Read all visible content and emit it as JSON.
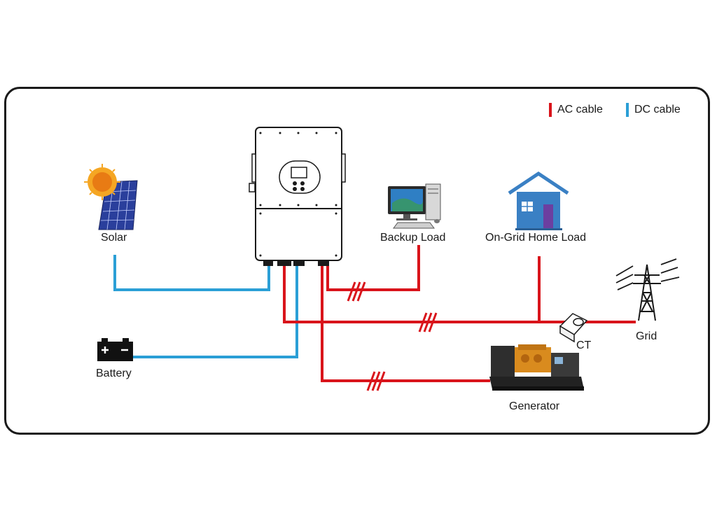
{
  "legend": {
    "ac_label": "AC cable",
    "dc_label": "DC cable",
    "ac_color": "#d9141b",
    "dc_color": "#2b9fd6"
  },
  "components": {
    "solar": "Solar",
    "battery": "Battery",
    "backup_load": "Backup Load",
    "on_grid_home_load": "On-Grid Home Load",
    "grid": "Grid",
    "ct": "CT",
    "generator": "Generator"
  },
  "icons": [
    "solar-panel-icon",
    "sun-icon",
    "battery-icon",
    "inverter-icon",
    "computer-icon",
    "house-icon",
    "ct-clamp-icon",
    "transmission-tower-icon",
    "generator-icon"
  ]
}
